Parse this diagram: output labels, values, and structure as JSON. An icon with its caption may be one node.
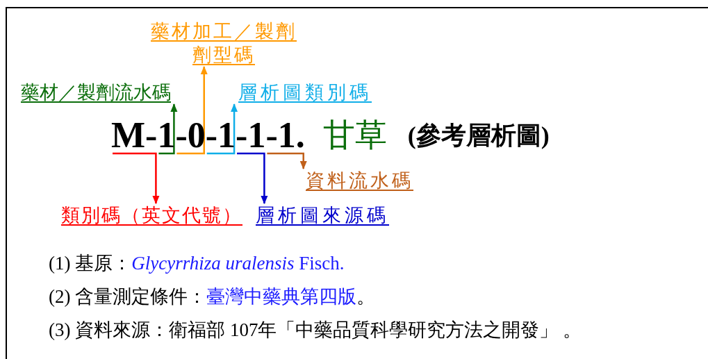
{
  "diagram": {
    "nodes": [
      {
        "text": [
          "藥材加工／製劑劑型碼"
        ]
      },
      {
        "text": [
          "藥材／製劑流水碼"
        ]
      },
      {
        "text": [
          "層析圖類別碼"
        ]
      },
      {
        "text": [
          "M-"
        ]
      },
      {
        "text": [
          "1"
        ]
      },
      {
        "text": [
          "-0"
        ]
      },
      {
        "text": [
          "-1"
        ]
      },
      {
        "text": [
          "-1"
        ]
      },
      {
        "text": [
          "-1."
        ]
      },
      {
        "text": [
          "資料流水碼"
        ]
      },
      {
        "text": [
          "類別碼（英文代號）"
        ]
      },
      {
        "text": [
          "層析圖來源碼"
        ]
      }
    ],
    "edges": [
      {
        "from": 3,
        "to": 10,
        "arrow": "to",
        "color": "#ff0000"
      },
      {
        "from": 4,
        "to": 1,
        "arrow": "to",
        "color": "#0b6e0b"
      },
      {
        "from": 5,
        "to": 0,
        "arrow": "to",
        "color": "#ff9900"
      },
      {
        "from": 6,
        "to": 2,
        "arrow": "to",
        "color": "#10aee8"
      },
      {
        "from": 7,
        "to": 11,
        "arrow": "to",
        "color": "#0000cc"
      },
      {
        "from": 8,
        "to": 9,
        "arrow": "to",
        "color": "#c0601a"
      }
    ],
    "labels": [
      "甘草",
      "(參考層析圖)",
      "(1) 基原：",
      "*Glycyrrhiza uralensis* Fisch.",
      "(2) 含量測定條件：",
      "臺灣中藥典第四版",
      "。",
      "(3) 資料來源：衛福部 107年「中藥品質科學研究方法之開發」 。"
    ]
  }
}
